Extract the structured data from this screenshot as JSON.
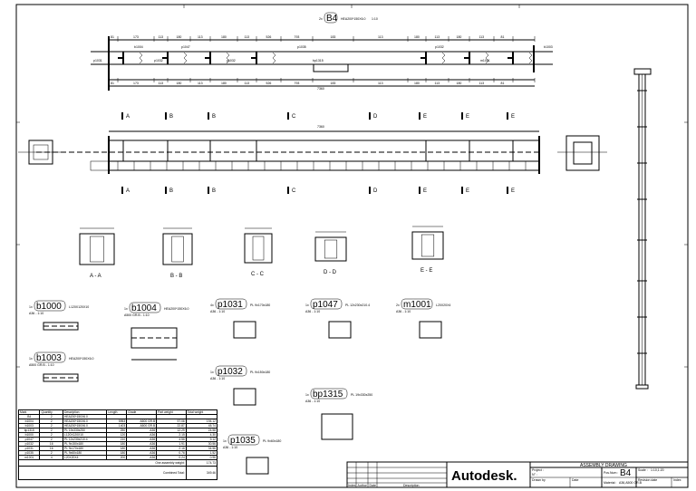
{
  "drawing": {
    "assembly": {
      "qty_prefix": "2x",
      "position": "B4",
      "profile": "HEA200*150X6.0",
      "scale": "1:10"
    },
    "elevation_dims": [
      "81",
      "173",
      "113",
      "180",
      "113",
      "180",
      "113",
      "526",
      "793",
      "183",
      "113",
      "180",
      "113",
      "180",
      "113",
      "81"
    ],
    "elevation_total": "7360",
    "elevation_labels": [
      "p1031",
      "b1004",
      "p1032",
      "p1047",
      "p1032",
      "p1035",
      "bp1315",
      "p1032",
      "m1001",
      "b1003"
    ],
    "section_markers": [
      "A",
      "B",
      "B",
      "C",
      "D",
      "E",
      "E",
      "E"
    ],
    "sections": [
      "A - A",
      "B - B",
      "C - C",
      "D - D",
      "E - E"
    ],
    "plan_total": "7360",
    "parts": [
      {
        "qty": "1x",
        "mark": "b1000",
        "desc": "L120X120X10",
        "sub": "A36 - 1:10"
      },
      {
        "qty": "1x",
        "mark": "b1004",
        "desc": "HEA200*150X6.0",
        "sub": "A500 GR.B - 1:10"
      },
      {
        "qty": "4x",
        "mark": "p1031",
        "desc": "PL 9x170x180",
        "sub": "A36 - 1:10"
      },
      {
        "qty": "1x",
        "mark": "p1047",
        "desc": "PL 12x230x210.4",
        "sub": "A36 - 1:10"
      },
      {
        "qty": "2x",
        "mark": "m1001",
        "desc": "L20X20X4",
        "sub": "A36 - 1:10"
      },
      {
        "qty": "1x",
        "mark": "b1003",
        "desc": "HEA200*150X6.0",
        "sub": "A500 GR.B - 1:10"
      },
      {
        "qty": "1x",
        "mark": "p1032",
        "desc": "PL 9x150x180",
        "sub": "A36 - 1:10"
      },
      {
        "qty": "1x",
        "mark": "bp1315",
        "desc": "PL 19x330x250",
        "sub": "A36 - 1:10"
      },
      {
        "qty": "1x",
        "mark": "p1035",
        "desc": "PL 9x60x180",
        "sub": "A36 - 1:10"
      }
    ]
  },
  "bom": {
    "headers": [
      "Mark",
      "Quantity",
      "Description",
      "Length",
      "Grade",
      "Part weight",
      "Total weight"
    ],
    "rows": [
      [
        "B4",
        "2",
        "HEA200*150X6.0",
        "",
        "",
        "",
        ""
      ],
      [
        "b1004",
        "2",
        "HEA200*150X6.0",
        "5953",
        "A500 GR.B",
        "97.06",
        "194.12"
      ],
      [
        "b1003",
        "2",
        "HEA200*150X6.0",
        "1403",
        "A500 GR.B",
        "22.87",
        "45.74"
      ],
      [
        "bp1315",
        "2",
        "PL 19x330x250",
        "250",
        "A36",
        "12.29",
        "24.58"
      ],
      [
        "b1000",
        "2",
        "L120X120X10",
        "120",
        "A36",
        "2.15",
        "4.30"
      ],
      [
        "p1047",
        "2",
        "PL 12x230x210.4",
        "210",
        "A36",
        "4.56",
        "9.12"
      ],
      [
        "p1032",
        "16",
        "PL 9x150x180",
        "180",
        "A36",
        "1.91",
        "30.56"
      ],
      [
        "p1031",
        "16",
        "PL 9x170x180",
        "180",
        "A36",
        "2.16",
        "34.56"
      ],
      [
        "p1035",
        "2",
        "PL 9x60x180",
        "180",
        "A36",
        "0.76",
        "1.52"
      ],
      [
        "m1001",
        "4",
        "L20X20X4",
        "200",
        "A36",
        "0.24",
        "0.96"
      ]
    ],
    "assembly_weight_label": "One assembly weight:",
    "assembly_weight": "174.73",
    "combined_label": "Combined Total:",
    "combined": "349.46"
  },
  "title_block": {
    "heading": "ASSEMBLY DRAWING",
    "brand": "Autodesk.",
    "project_label": "Project :",
    "number_label": "N° :",
    "pos_label": "Pos.Num :",
    "pos_value": "B4",
    "material_label": "Material :",
    "material_value": "A36,A500 GR.B",
    "scale_label": "Scale :",
    "scale_value": "1:10,1:20",
    "rev_headers": [
      "Index",
      "Author",
      "Date",
      "Description"
    ],
    "drawn_label": "Drawn by",
    "date_label": "Date",
    "revision_label": "Revision date",
    "index_label": "Index"
  }
}
